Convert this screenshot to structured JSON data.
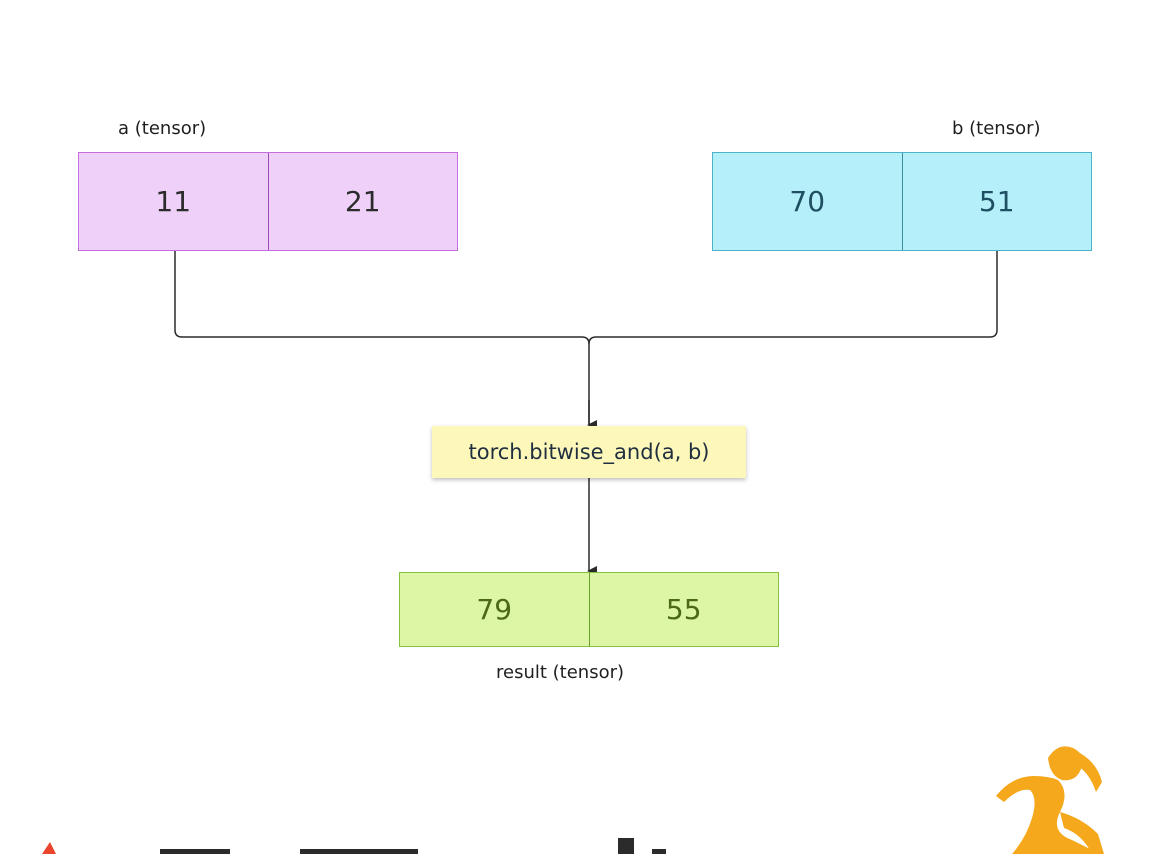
{
  "diagram": {
    "input_a": {
      "label": "a (tensor)",
      "values": [
        "11",
        "21"
      ]
    },
    "input_b": {
      "label": "b (tensor)",
      "values": [
        "70",
        "51"
      ]
    },
    "operation": "torch.bitwise_and(a, b)",
    "result": {
      "label": "result (tensor)",
      "values": [
        "79",
        "55"
      ]
    }
  },
  "colors": {
    "a_fill": "#efd0f8",
    "a_border": "#c66ee0",
    "b_fill": "#b5eff9",
    "b_border": "#4bb4cc",
    "op_fill": "#fdf8ba",
    "result_fill": "#ddf6a6",
    "result_border": "#85c23d",
    "connector": "#2b2b2b",
    "logo_orange": "#f5a81c",
    "logo_red": "#e8452c"
  },
  "icons": {
    "footer_logo": "pytorch-logo-partial",
    "mascot": "orange-dancing-figure-icon"
  }
}
